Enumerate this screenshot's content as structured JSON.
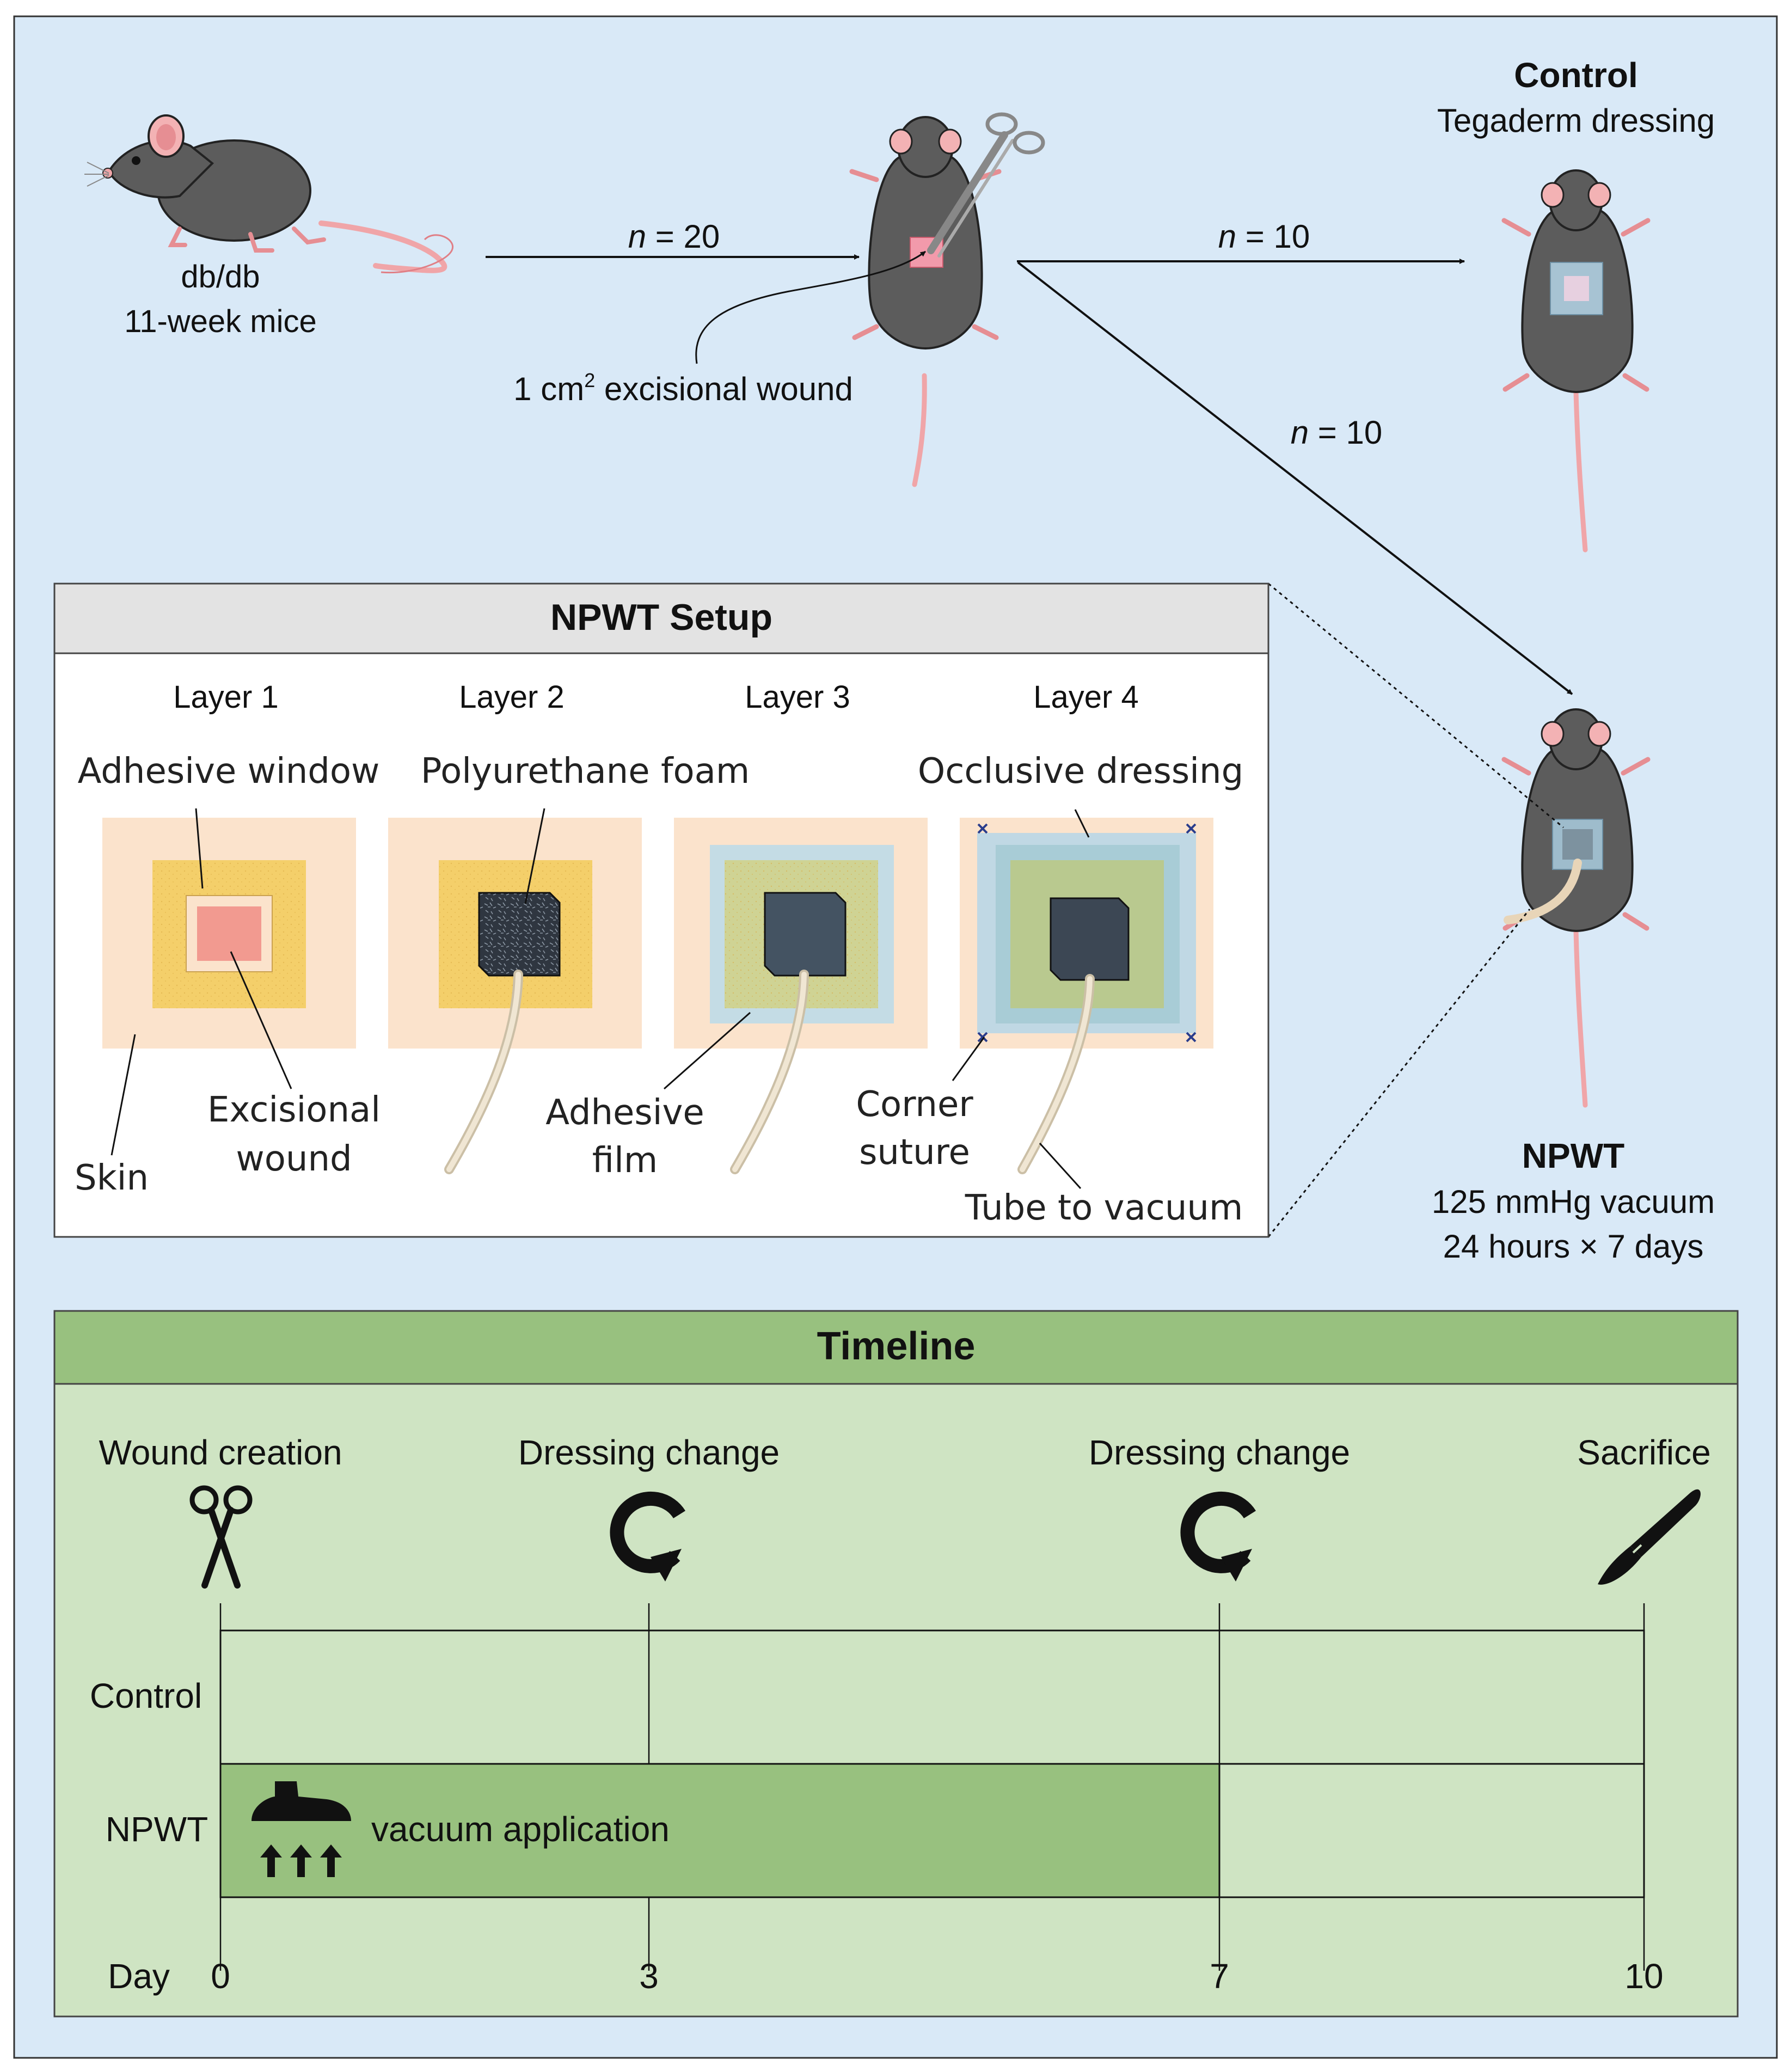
{
  "top": {
    "mouse_label_line1": "db/db",
    "mouse_label_line2": "11-week mice",
    "arrow1_n": "n",
    "arrow1_rest": " = 20",
    "wound_pre": "1 cm",
    "wound_sup": "2",
    "wound_post": " excisional wound",
    "arrow2_n": "n",
    "arrow2_rest": " = 10",
    "arrow3_n": "n",
    "arrow3_rest": " = 10",
    "control_title": "Control",
    "control_sub": "Tegaderm dressing",
    "npwt_title": "NPWT",
    "npwt_line1": "125 mmHg vacuum",
    "npwt_line2": "24 hours × 7 days"
  },
  "setup": {
    "title": "NPWT Setup",
    "layers": [
      "Layer 1",
      "Layer 2",
      "Layer 3",
      "Layer 4"
    ],
    "labels": {
      "adhesive_window": "Adhesive window",
      "polyurethane_foam": "Polyurethane foam",
      "occlusive_dressing": "Occlusive dressing",
      "skin": "Skin",
      "excisional_1": "Excisional",
      "excisional_2": "wound",
      "adhesive_film_1": "Adhesive",
      "adhesive_film_2": "film",
      "corner_1": "Corner",
      "corner_2": "suture",
      "tube": "Tube to vacuum"
    }
  },
  "timeline": {
    "title": "Timeline",
    "events": [
      "Wound creation",
      "Dressing change",
      "Dressing change",
      "Sacrifice"
    ],
    "rows": [
      "Control",
      "NPWT"
    ],
    "vacuum_label": "vacuum application",
    "day_label": "Day",
    "ticks": [
      "0",
      "3",
      "7",
      "10"
    ]
  },
  "colors": {
    "background": "#d9e9f7",
    "timeline_bg": "#cfe4c3",
    "timeline_header": "#98c17f",
    "setup_header": "#e3e3e3",
    "skin": "#fbe3cc",
    "window": "#f4cf6a",
    "wound": "#f29a90",
    "foam": "#3a4552",
    "film": "#b8d7e6",
    "mouse": "#5c5c5c"
  }
}
